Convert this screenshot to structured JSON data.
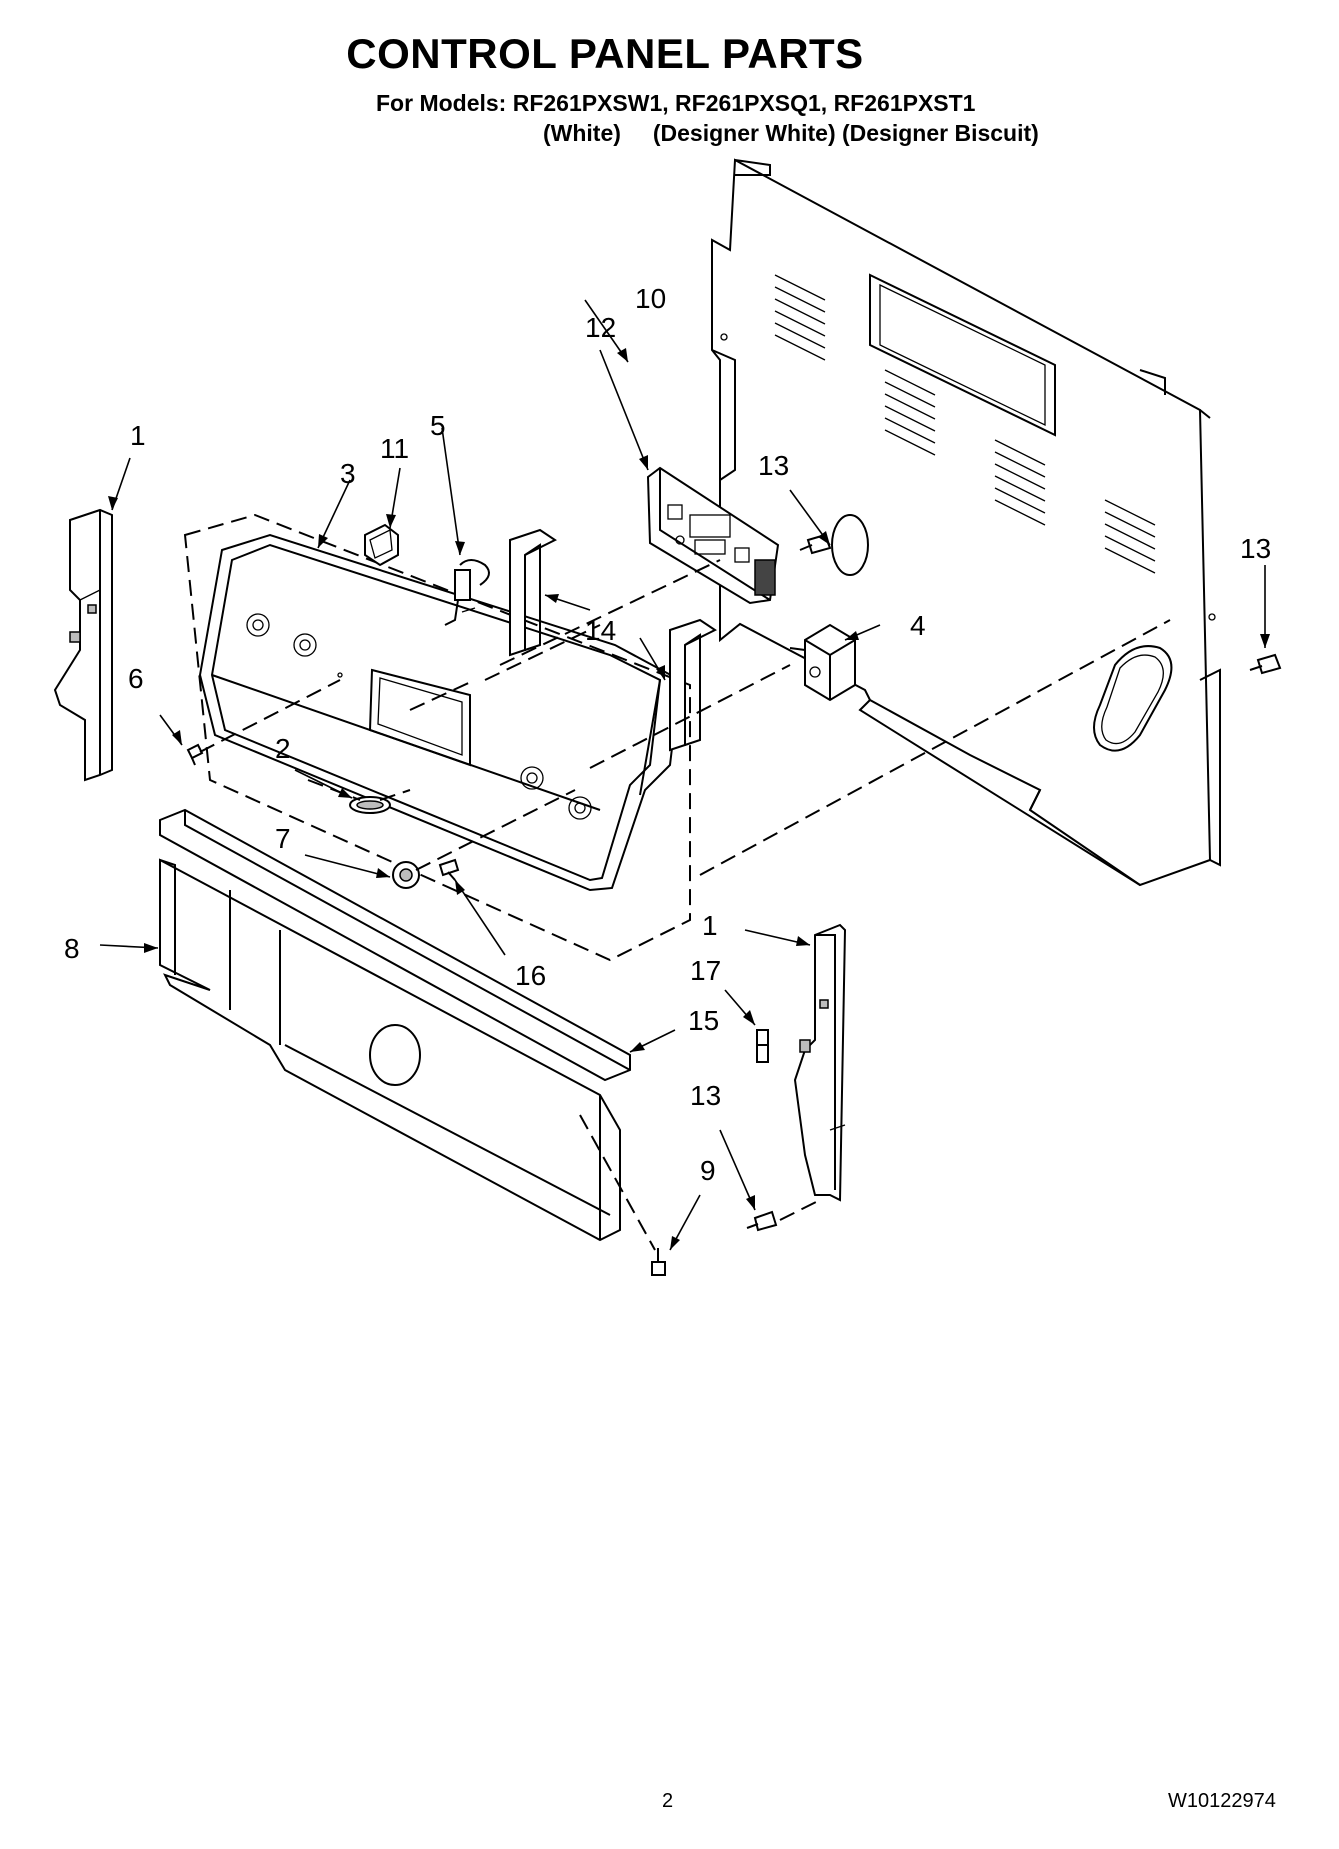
{
  "title": "CONTROL PANEL PARTS",
  "models_line": "For Models: RF261PXSW1, RF261PXSQ1, RF261PXST1",
  "colors_line": "(White)     (Designer White) (Designer Biscuit)",
  "page_number": "2",
  "document_number": "W10122974",
  "callouts": {
    "c1a": "1",
    "c1b": "1",
    "c2": "2",
    "c3": "3",
    "c4": "4",
    "c5": "5",
    "c6": "6",
    "c7": "7",
    "c8": "8",
    "c9": "9",
    "c10": "10",
    "c11": "11",
    "c12": "12",
    "c13a": "13",
    "c13b": "13",
    "c13c": "13",
    "c14": "14",
    "c15": "15",
    "c16": "16",
    "c17": "17"
  }
}
